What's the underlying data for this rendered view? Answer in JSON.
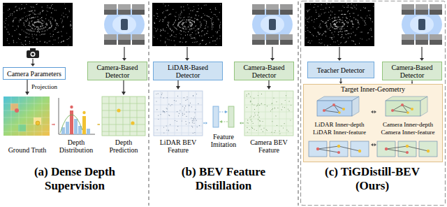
{
  "diagram": {
    "nodes": [
      {
        "text": [
          "Camera Parameters"
        ]
      },
      {
        "text": [
          "Camera-Based Detector"
        ]
      },
      {
        "text": [
          "Ground Truth"
        ]
      },
      {
        "text": [
          "Depth Distribution"
        ]
      },
      {
        "text": [
          "Depth Prediction"
        ]
      },
      {
        "text": [
          "LiDAR-Based Detector"
        ]
      },
      {
        "text": [
          "Camera-Based Detector"
        ]
      },
      {
        "text": [
          "LiDAR BEV Feature"
        ]
      },
      {
        "text": [
          "Feature Imitation"
        ]
      },
      {
        "text": [
          "Camera BEV Feature"
        ]
      },
      {
        "text": [
          "Teacher Detector"
        ]
      },
      {
        "text": [
          "Camera-Based Detector"
        ]
      },
      {
        "text": [
          "Target Inner-Geometry"
        ]
      },
      {
        "text": [
          "LiDAR Inner-depth"
        ],
        "in": 12
      },
      {
        "text": [
          "Camera Inner-depth"
        ],
        "in": 12
      },
      {
        "text": [
          "LiDAR Inner-feature"
        ],
        "in": 12
      },
      {
        "text": [
          "Camera Inner-feature"
        ],
        "in": 12
      }
    ],
    "edges": [
      {
        "from": 0,
        "to": 2,
        "arrow": "to",
        "label": "Projection"
      },
      {
        "from": 1,
        "to": 4,
        "arrow": "to"
      },
      {
        "from": 2,
        "to": 3,
        "arrow": "to"
      },
      {
        "from": 4,
        "to": 3,
        "arrow": "to"
      },
      {
        "from": 5,
        "to": 7,
        "arrow": "to"
      },
      {
        "from": 6,
        "to": 9,
        "arrow": "to"
      },
      {
        "from": 7,
        "to": 8,
        "arrow": "to"
      },
      {
        "from": 9,
        "to": 8,
        "arrow": "to"
      },
      {
        "from": 10,
        "to": 12,
        "arrow": "to"
      },
      {
        "from": 11,
        "to": 12,
        "arrow": "to"
      },
      {
        "from": 13,
        "to": 14,
        "arrow": "both"
      },
      {
        "from": 15,
        "to": 16,
        "arrow": "both"
      }
    ],
    "labels": [
      "(a) Dense Depth Supervision",
      "(b) BEV Feature Distillation",
      "(c) TiGDistill-BEV (Ours)"
    ]
  }
}
